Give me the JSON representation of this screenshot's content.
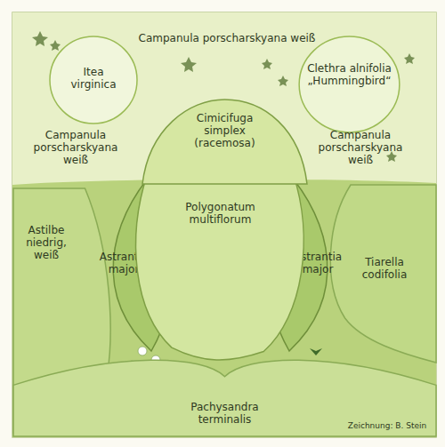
{
  "diagram": {
    "nodes": [
      {
        "text": [
          "Itea virginica"
        ]
      },
      {
        "text": [
          "Clethra alnifolia „Hummingbird“"
        ]
      },
      {
        "text": [
          "Cimicifuga simplex (racemosa)"
        ]
      },
      {
        "text": [
          "Polygonatum multiflorum"
        ]
      },
      {
        "text": [
          "Astrantia major"
        ]
      },
      {
        "text": [
          "Astrantia major"
        ]
      },
      {
        "text": [
          "Astilbe niedrig, weiß"
        ]
      },
      {
        "text": [
          "Tiarella codifolia"
        ]
      },
      {
        "text": [
          "Pachysandra terminalis"
        ]
      }
    ],
    "labels": [
      "Campanula porscharskyana weiß",
      "Campanula porscharskyana weiß",
      "Campanula porscharskyana weiß",
      "Zeichnung: B. Stein"
    ]
  }
}
